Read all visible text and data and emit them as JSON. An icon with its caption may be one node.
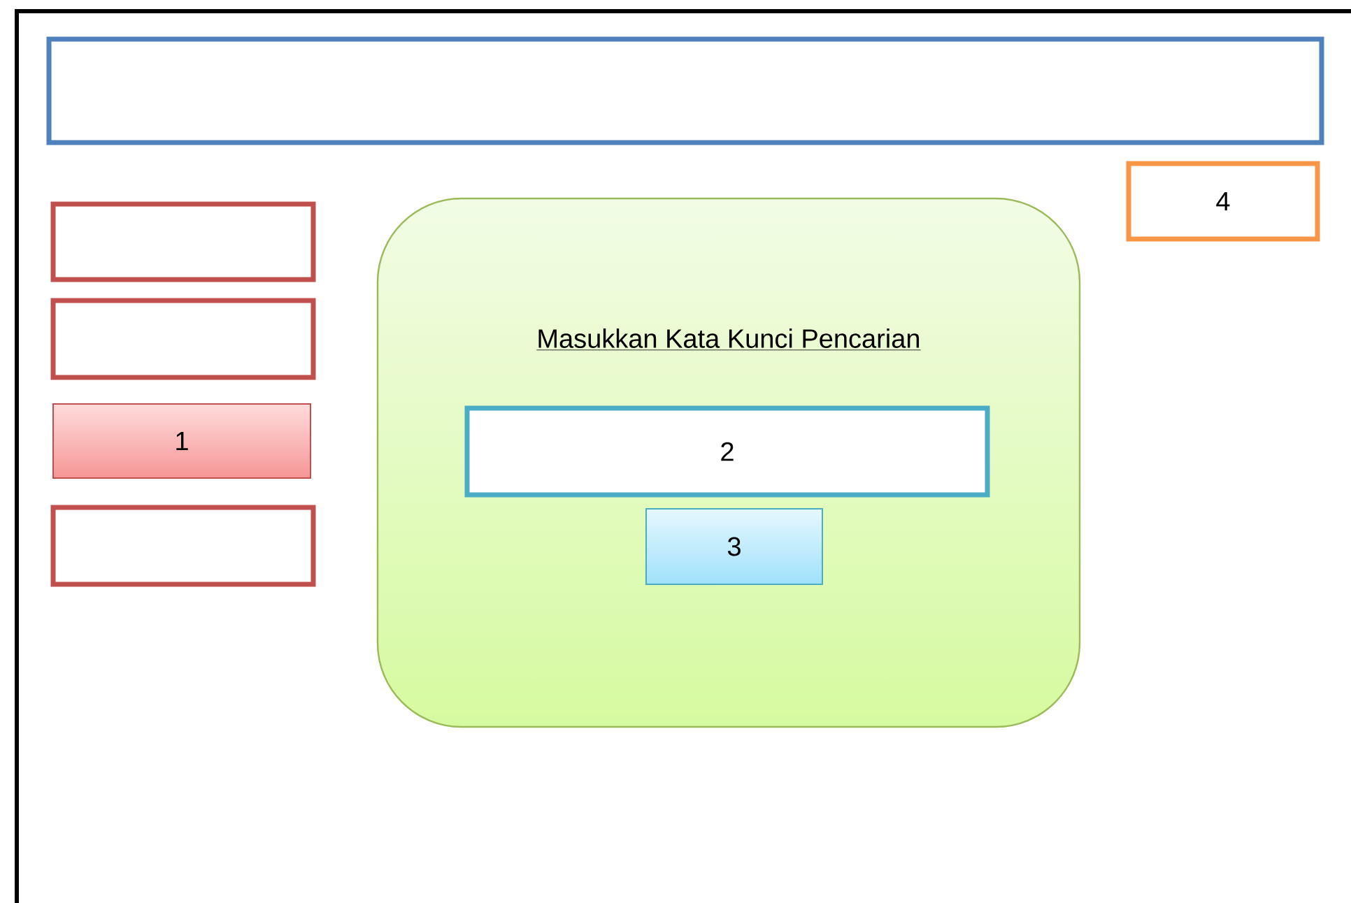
{
  "diagram": {
    "nodes": [
      {
        "text": [],
        "shape": "box"
      },
      {
        "text": [],
        "shape": "box"
      },
      {
        "text": [],
        "shape": "box"
      },
      {
        "text": [
          "1"
        ]
      },
      {
        "text": [],
        "shape": "box"
      },
      {
        "text": [
          "Masukkan Kata Kunci Pencarian"
        ]
      },
      {
        "text": [
          "2"
        ],
        "in": 5
      },
      {
        "text": [
          "3"
        ],
        "in": 5
      },
      {
        "text": [
          "4"
        ]
      }
    ]
  }
}
